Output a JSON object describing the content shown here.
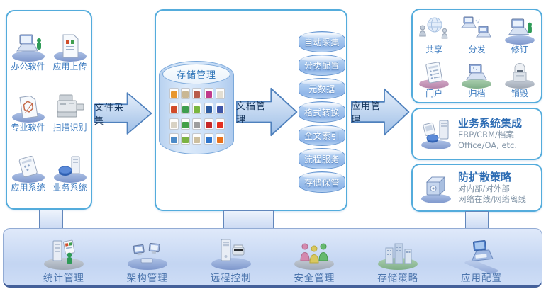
{
  "palette": {
    "panel_border": "#54ACDC",
    "arrow_border": "#4F81BD",
    "arrow_text": "#17375E",
    "item_label_blue": "#3E7CC0",
    "service_drum_text": "#FFFFFF",
    "section_title_blue": "#2E6DB4",
    "subtext_grey": "#8496A8",
    "admin_bar_text": "#4B74AC"
  },
  "sources_panel": {
    "items": [
      {
        "label": "办公软件",
        "icon": "office-laptop-icon"
      },
      {
        "label": "应用上传",
        "icon": "upload-document-icon"
      },
      {
        "label": "专业软件",
        "icon": "cad-document-icon"
      },
      {
        "label": "扫描识别",
        "icon": "copier-icon"
      },
      {
        "label": "应用系统",
        "icon": "tablet-icon"
      },
      {
        "label": "业务系统",
        "icon": "server-disc-icon"
      }
    ]
  },
  "arrows": {
    "collect": "文件采集",
    "document": "文档管理",
    "application": "应用管理"
  },
  "storage_panel": {
    "cylinder_label": "存储管理",
    "file_icons": [
      {
        "name": "gif-image",
        "color": "#E8972F"
      },
      {
        "name": "photo-doc",
        "color": "#C9B794"
      },
      {
        "name": "archive-doc",
        "color": "#B85C4A"
      },
      {
        "name": "png-image",
        "color": "#C0398C"
      },
      {
        "name": "audio-doc",
        "color": "#E3DED2"
      },
      {
        "name": "powerpoint",
        "color": "#D14B2A"
      },
      {
        "name": "excel",
        "color": "#3E9E4E"
      },
      {
        "name": "project",
        "color": "#79B63F"
      },
      {
        "name": "word",
        "color": "#2B5AA0"
      },
      {
        "name": "visio",
        "color": "#3E55A8"
      },
      {
        "name": "autocad-doc",
        "color": "#D8D2C4"
      },
      {
        "name": "media-video",
        "color": "#43A047"
      },
      {
        "name": "text-doc",
        "color": "#9E9E9E"
      },
      {
        "name": "pdf",
        "color": "#C62828"
      },
      {
        "name": "flash",
        "color": "#E53020"
      },
      {
        "name": "chart-doc",
        "color": "#4C8BC8"
      },
      {
        "name": "image-doc",
        "color": "#7CB342"
      },
      {
        "name": "generic-doc",
        "color": "#CDBF9E"
      },
      {
        "name": "font-doc",
        "color": "#2E75CC"
      },
      {
        "name": "rss",
        "color": "#E8701A"
      }
    ],
    "services": [
      "自动采集",
      "分类配置",
      "元数据",
      "格式转换",
      "全文索引",
      "流程服务",
      "存储保管"
    ]
  },
  "delivery_panel": {
    "items": [
      {
        "label": "共享",
        "icon": "share-globe-icon"
      },
      {
        "label": "分发",
        "icon": "distribute-laptops-icon"
      },
      {
        "label": "修订",
        "icon": "revise-laptop-icon"
      },
      {
        "label": "门户",
        "icon": "portal-page-icon"
      },
      {
        "label": "归档",
        "icon": "archive-laptop-icon"
      },
      {
        "label": "销毁",
        "icon": "shredder-icon"
      }
    ]
  },
  "integration_panel": {
    "title": "业务系统集成",
    "lines": [
      "ERP/CRM/档案",
      "Office/OA, etc."
    ]
  },
  "policy_panel": {
    "title": "防扩散策略",
    "lines": [
      "对内部/对外部",
      "网络在线/网络离线"
    ]
  },
  "admin_bar": {
    "items": [
      {
        "label": "统计管理",
        "icon": "stats-cabinet-icon"
      },
      {
        "label": "架构管理",
        "icon": "architecture-monitors-icon"
      },
      {
        "label": "远程控制",
        "icon": "remote-tower-printer-icon"
      },
      {
        "label": "安全管理",
        "icon": "security-people-icon"
      },
      {
        "label": "存储策略",
        "icon": "storage-buildings-icon"
      },
      {
        "label": "应用配置",
        "icon": "app-config-laptop-icon"
      }
    ]
  }
}
